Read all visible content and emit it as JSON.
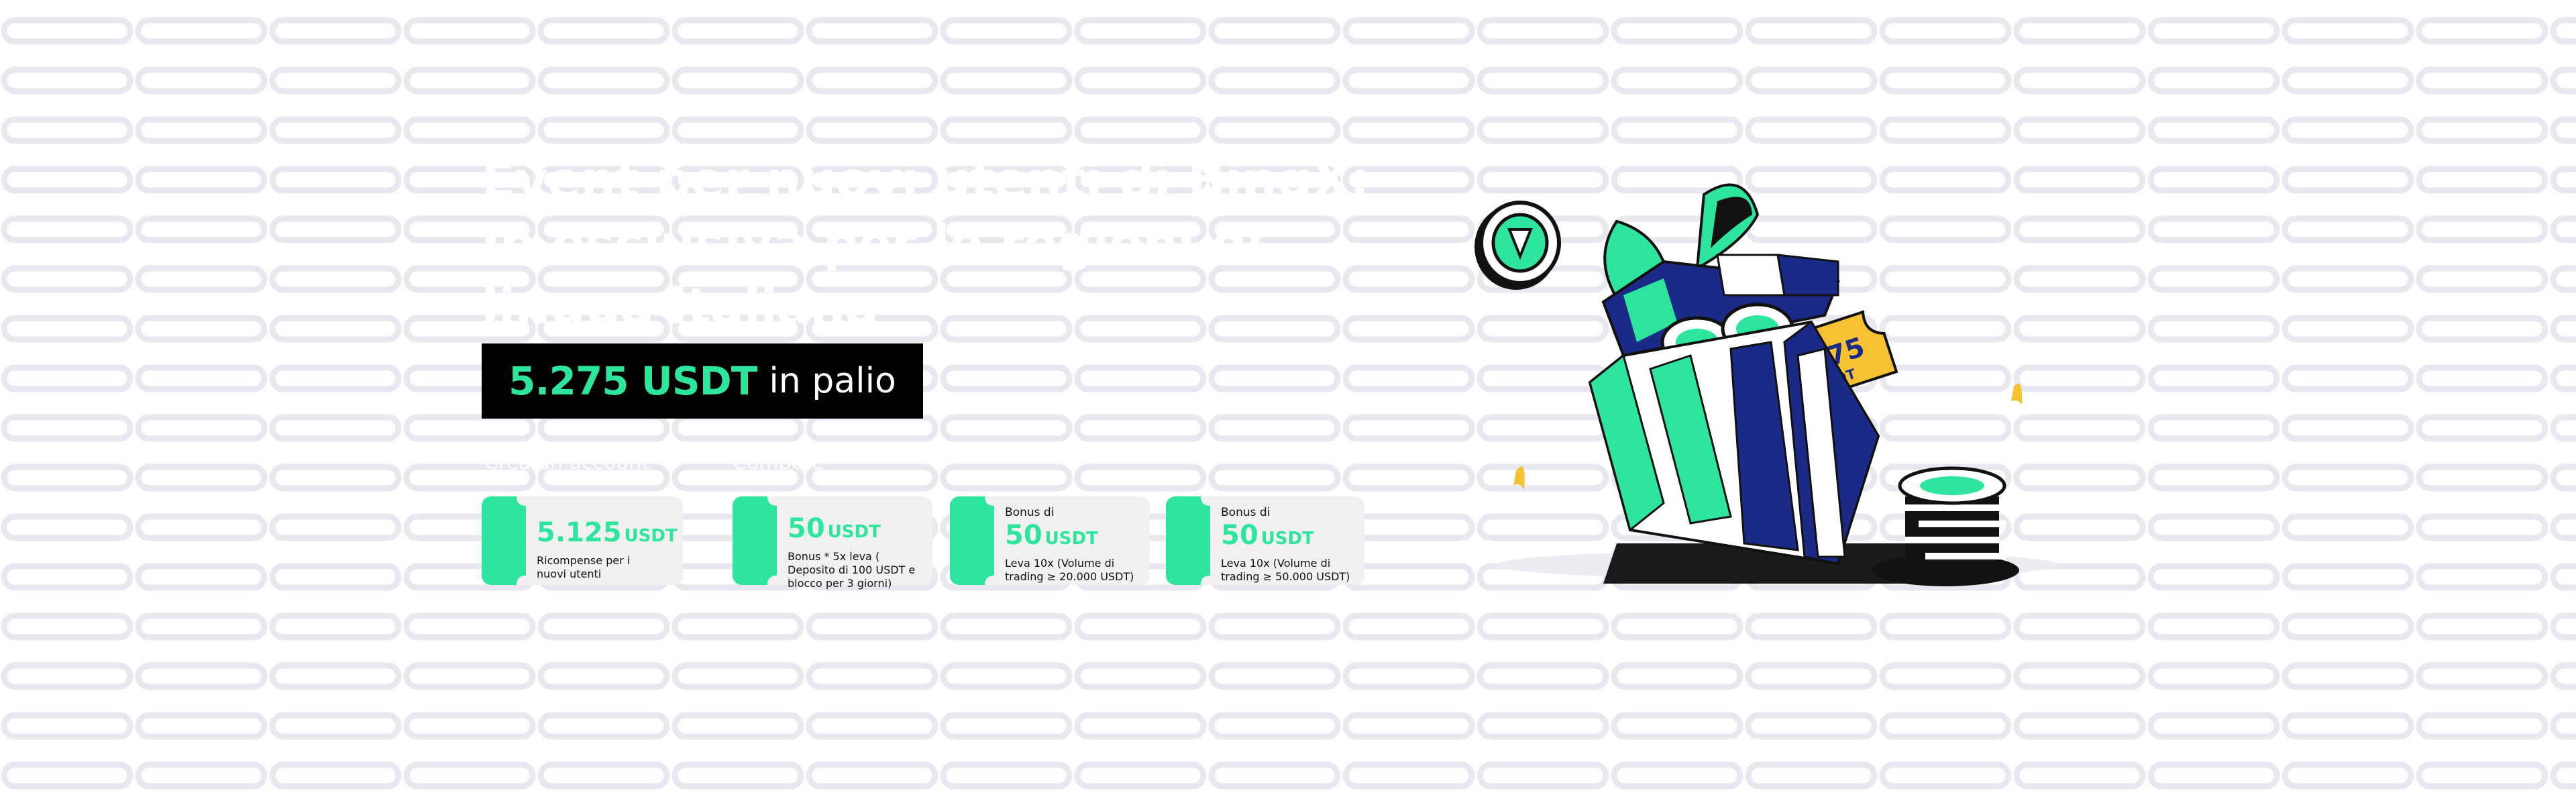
{
  "hero": {
    "headline_lines": [
      "Event per nuovi utenti di BingX:",
      "In esclusiva per le regioni di",
      "lingua italiana"
    ],
    "prize_amount": "5.275 USDT",
    "prize_suffix": "in palio"
  },
  "steps": [
    {
      "label": "Crea un account"
    },
    {
      "label": "Compete"
    }
  ],
  "cards": [
    {
      "pre": "",
      "amount": "5.125",
      "unit": "USDT",
      "desc": "Ricompense per i nuovi utenti"
    },
    {
      "pre": "",
      "amount": "50",
      "unit": "USDT",
      "desc": "Bonus * 5x leva ( Deposito di 100 USDT e blocco per 3 giorni)"
    },
    {
      "pre": "Bonus di",
      "amount": "50",
      "unit": "USDT",
      "desc": "Leva 10x (Volume di trading ≥ 20.000 USDT)"
    },
    {
      "pre": "Bonus di",
      "amount": "50",
      "unit": "USDT",
      "desc": "Leva 10x (Volume di trading ≥ 50.000 USDT)"
    }
  ],
  "illustration": {
    "ticket_amount": "5275",
    "ticket_unit": "USDT"
  },
  "colors": {
    "accent_green": "#2ee59d",
    "navy": "#1b2a86",
    "gold": "#f6c234",
    "pattern": "#e9e9f1"
  }
}
